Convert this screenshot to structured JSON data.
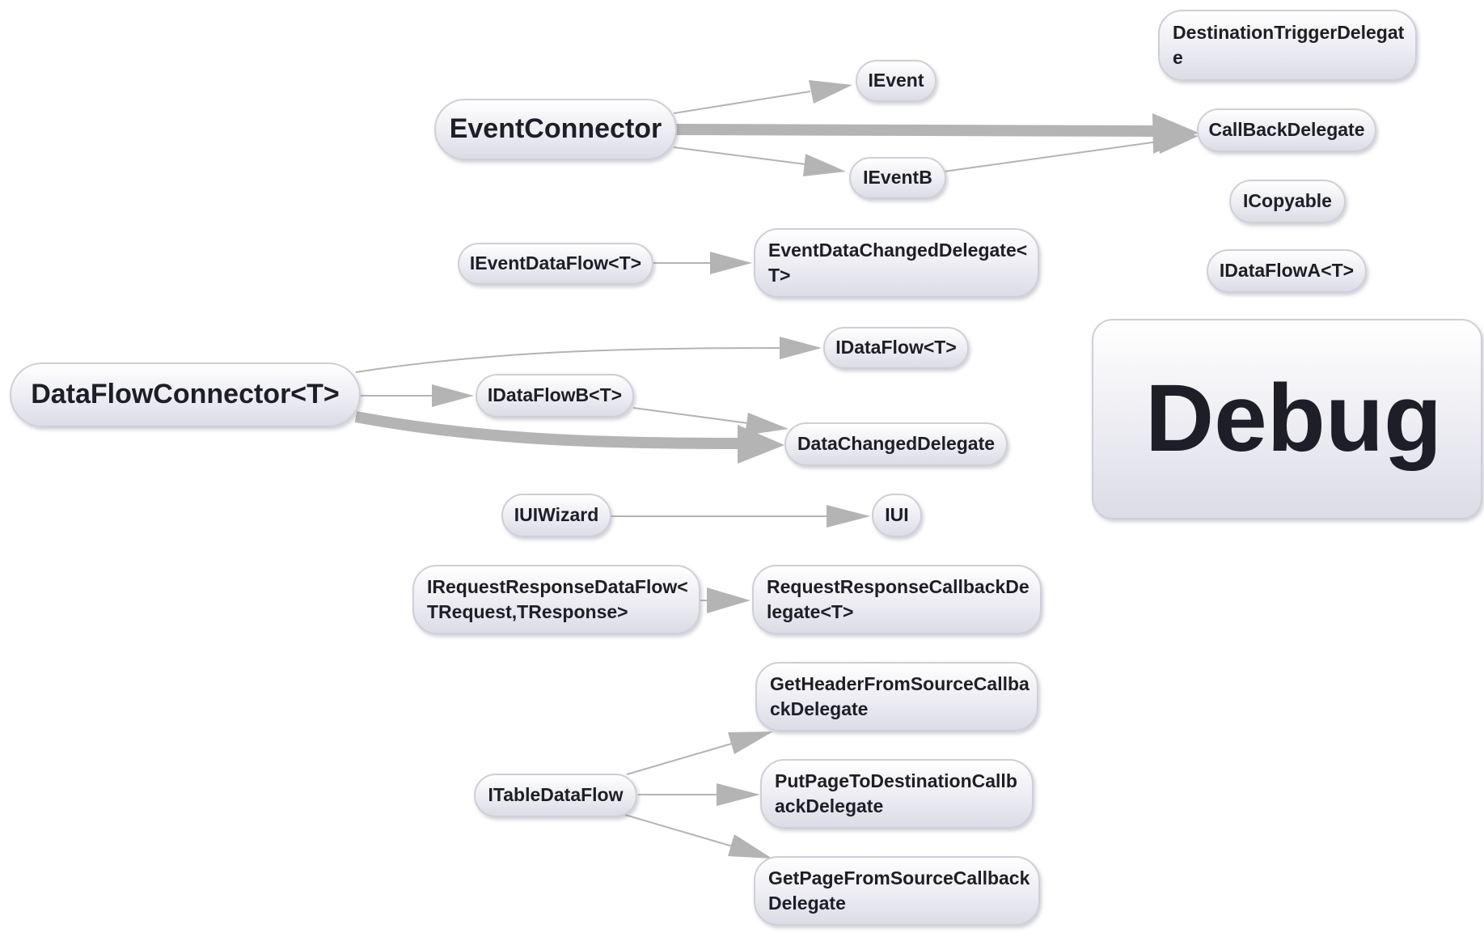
{
  "nodes": {
    "destination_trigger_delegate": "DestinationTriggerDelegat\ne",
    "ievent": "IEvent",
    "event_connector": "EventConnector",
    "callback_delegate": "CallBackDelegate",
    "ieventb": "IEventB",
    "icopyable": "ICopyable",
    "ievent_data_flow": "IEventDataFlow<T>",
    "event_data_changed_delegate": "EventDataChangedDelegate<\nT>",
    "idata_flow_a": "IDataFlowA<T>",
    "idata_flow": "IDataFlow<T>",
    "data_flow_connector": "DataFlowConnector<T>",
    "idata_flow_b": "IDataFlowB<T>",
    "data_changed_delegate": "DataChangedDelegate",
    "debug": "Debug",
    "iui_wizard": "IUIWizard",
    "iui": "IUI",
    "irequest_response_data_flow": "IRequestResponseDataFlow<\nTRequest,TResponse>",
    "request_response_callback_delegate": "RequestResponseCallbackDe\nlegate<T>",
    "get_header_from_source_callback_delegate": "GetHeaderFromSourceCallba\nckDelegate",
    "itable_data_flow": "ITableDataFlow",
    "put_page_to_destination_callback_delegate": "PutPageToDestinationCallb\nackDelegate",
    "get_page_from_source_callback_delegate": "GetPageFromSourceCallback\nDelegate"
  },
  "edges": [
    {
      "from": "EventConnector",
      "to": "IEvent",
      "weight": "thin"
    },
    {
      "from": "EventConnector",
      "to": "CallBackDelegate",
      "weight": "thick"
    },
    {
      "from": "EventConnector",
      "to": "IEventB",
      "weight": "thin"
    },
    {
      "from": "IEventB",
      "to": "CallBackDelegate",
      "weight": "thin"
    },
    {
      "from": "IEventDataFlow<T>",
      "to": "EventDataChangedDelegate<T>",
      "weight": "thin"
    },
    {
      "from": "DataFlowConnector<T>",
      "to": "IDataFlow<T>",
      "weight": "thin"
    },
    {
      "from": "DataFlowConnector<T>",
      "to": "IDataFlowB<T>",
      "weight": "thin"
    },
    {
      "from": "DataFlowConnector<T>",
      "to": "DataChangedDelegate",
      "weight": "thick"
    },
    {
      "from": "IDataFlowB<T>",
      "to": "DataChangedDelegate",
      "weight": "thin"
    },
    {
      "from": "IUIWizard",
      "to": "IUI",
      "weight": "thin"
    },
    {
      "from": "IRequestResponseDataFlow<TRequest,TResponse>",
      "to": "RequestResponseCallbackDelegate<T>",
      "weight": "thin"
    },
    {
      "from": "ITableDataFlow",
      "to": "GetHeaderFromSourceCallbackDelegate",
      "weight": "thin"
    },
    {
      "from": "ITableDataFlow",
      "to": "PutPageToDestinationCallbackDelegate",
      "weight": "thin"
    },
    {
      "from": "ITableDataFlow",
      "to": "GetPageFromSourceCallbackDelegate",
      "weight": "thin"
    }
  ],
  "colors": {
    "edge": "#b4b4b4",
    "node_border": "#cfcfd8",
    "text": "#1e1e28"
  }
}
